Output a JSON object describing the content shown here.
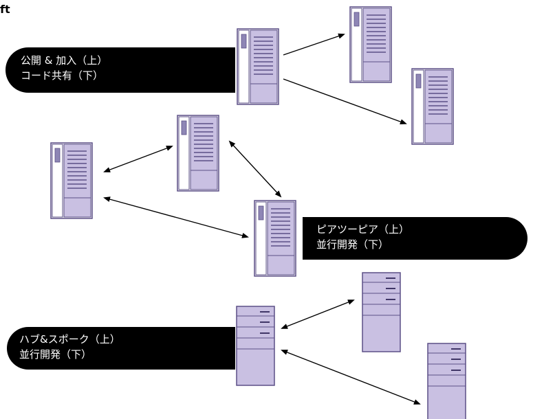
{
  "corner_label": "ft",
  "labels": {
    "publish": {
      "line1": "公開 & 加入（上）",
      "line2": "コード共有（下）"
    },
    "peer": {
      "line1": "ピアツーピア（上）",
      "line2": "並行開発（下）"
    },
    "hub": {
      "line1": "ハブ&スポーク（上）",
      "line2": "並行開発（下）"
    }
  },
  "colors": {
    "server_fill": "#c9c0e2",
    "server_stroke": "#5b4f86",
    "label_bg": "#000000",
    "label_text": "#ffffff"
  }
}
